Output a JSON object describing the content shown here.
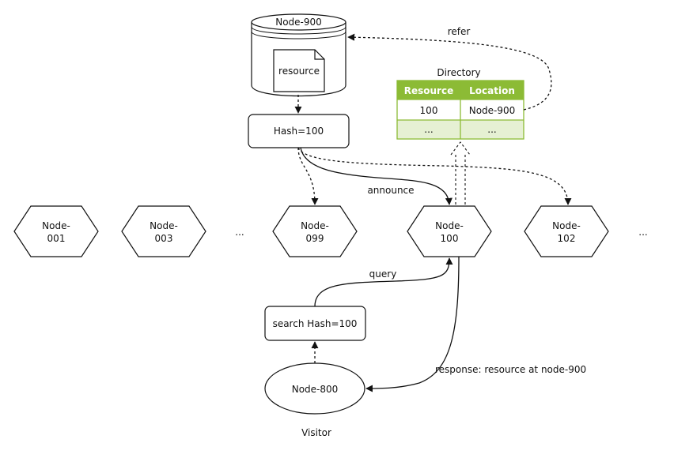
{
  "colors": {
    "table_header": "#8cbb35",
    "table_border": "#8cbb35",
    "table_alt_row": "#e6f0d3",
    "line": "#111111"
  },
  "storage": {
    "title": "Node-900",
    "document_label": "resource"
  },
  "hash_box": "Hash=100",
  "directory": {
    "title": "Directory",
    "headers": [
      "Resource",
      "Location"
    ],
    "rows": [
      [
        "100",
        "Node-900"
      ],
      [
        "...",
        "..."
      ]
    ]
  },
  "nodes": [
    {
      "line1": "Node-",
      "line2": "001"
    },
    {
      "line1": "Node-",
      "line2": "003"
    },
    {
      "line1": "Node-",
      "line2": "099"
    },
    {
      "line1": "Node-",
      "line2": "100"
    },
    {
      "line1": "Node-",
      "line2": "102"
    }
  ],
  "ellipsis_marks": [
    "...",
    "..."
  ],
  "search_box": "search Hash=100",
  "visitor": {
    "node": "Node-800",
    "caption": "Visitor"
  },
  "labels": {
    "refer": "refer",
    "announce": "announce",
    "query": "query",
    "response": "response: resource at node-900"
  }
}
